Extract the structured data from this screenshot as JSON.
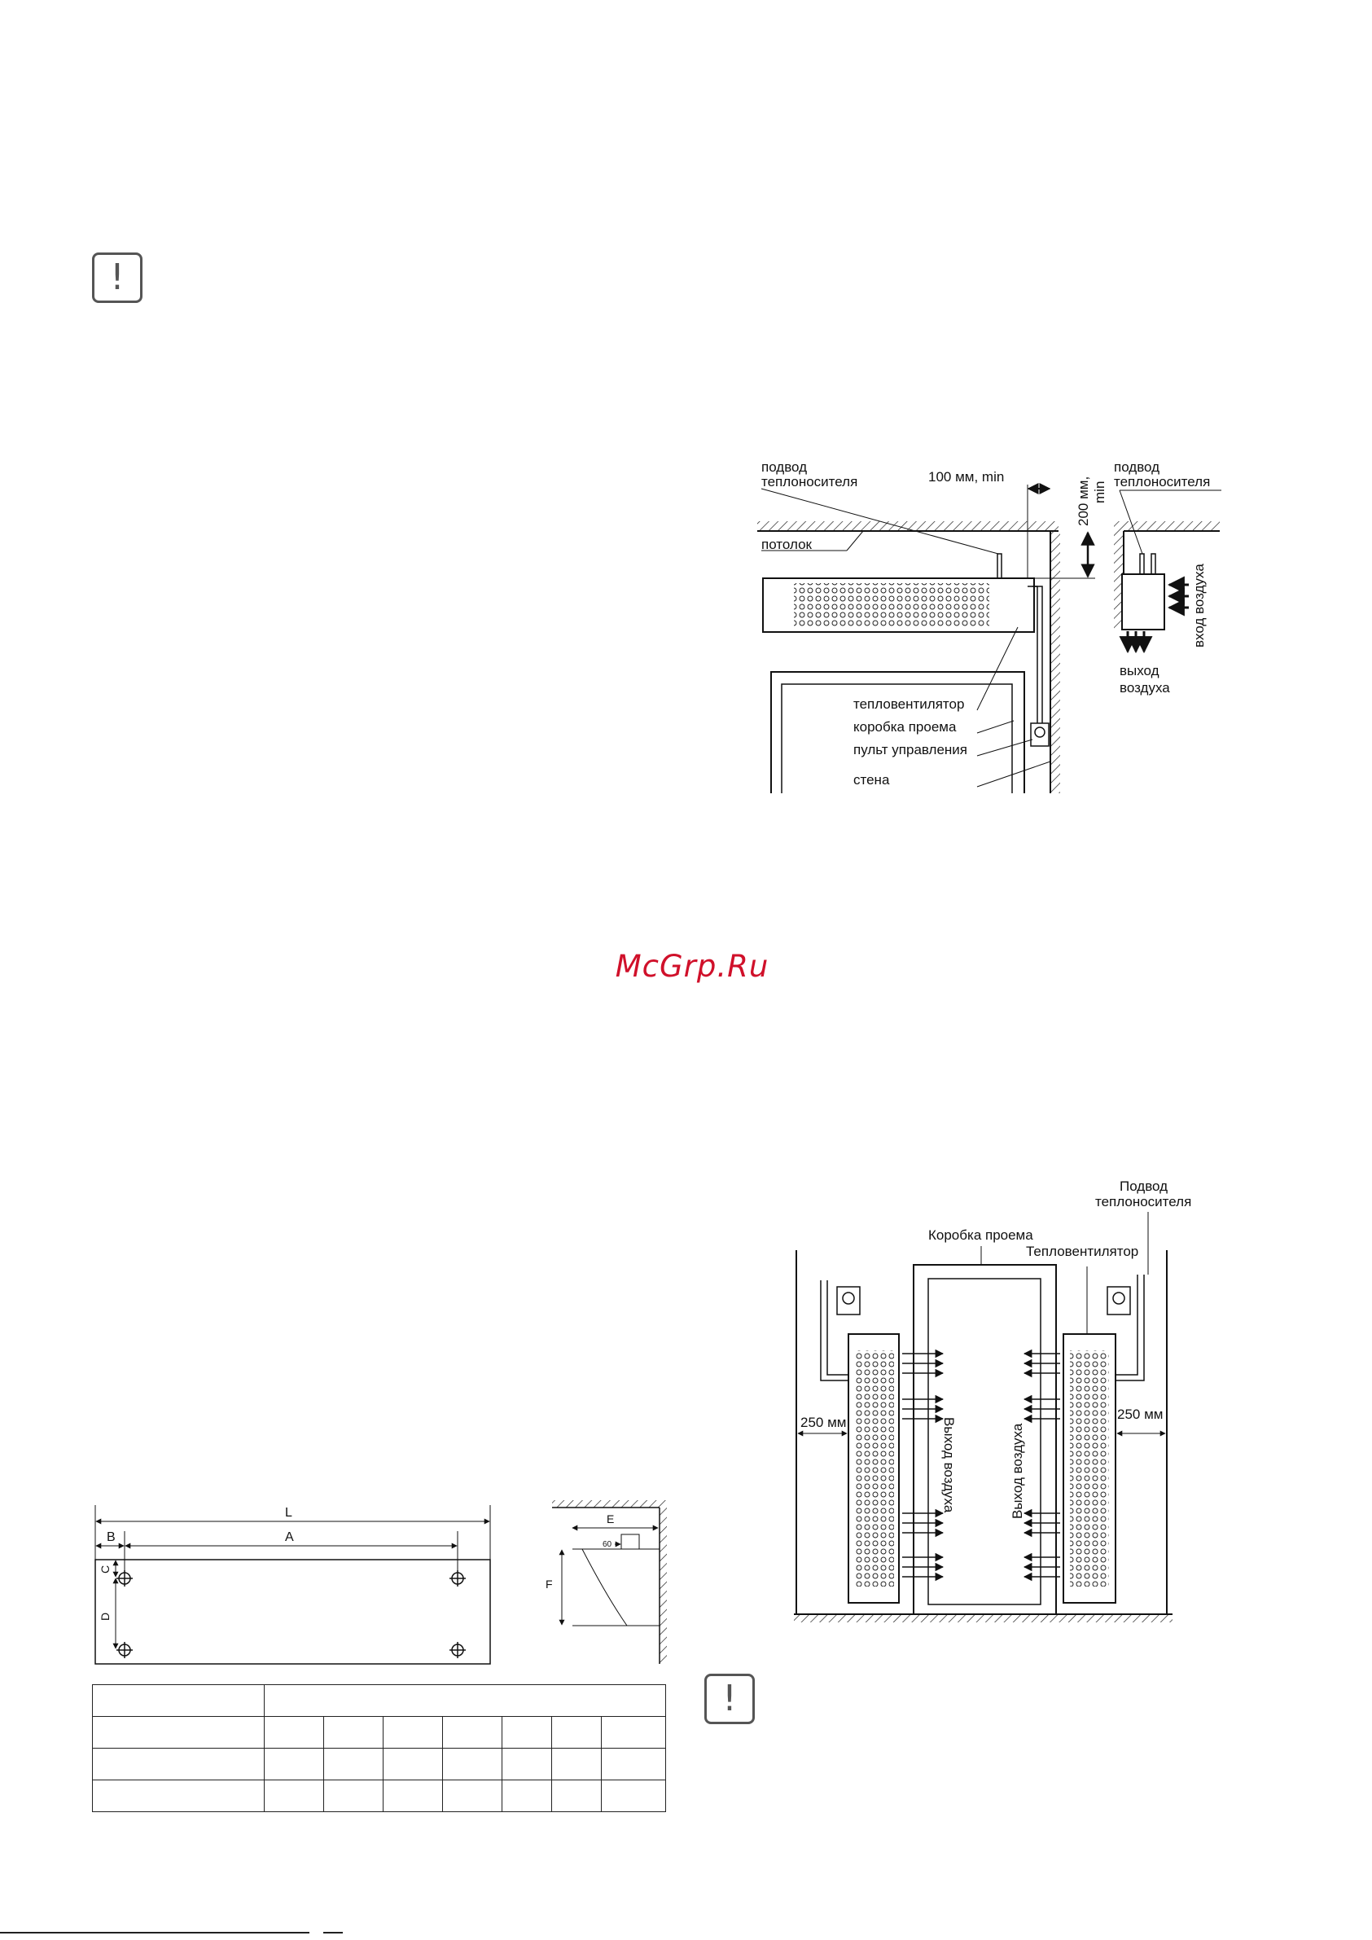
{
  "watermark": "McGrp.Ru",
  "warning_icon": "exclamation-icon",
  "fig_ceiling": {
    "supply_label_1": "подвод",
    "supply_label_2": "теплоносителя",
    "gap_side": "100 мм, min",
    "gap_top_1": "200 мм,",
    "gap_top_2": "min",
    "ceiling": "потолок",
    "heater": "тепловентилятор",
    "door_frame": "коробка проема",
    "control_panel": "пульт управления",
    "wall": "стена",
    "side_supply_1": "подвод",
    "side_supply_2": "теплоносителя",
    "air_in": "вход воздуха",
    "air_out_1": "выход",
    "air_out_2": "воздуха"
  },
  "fig_vertical": {
    "supply_1": "Подвод",
    "supply_2": "теплоносителя",
    "door_frame": "Коробка проема",
    "heater": "Тепловентилятор",
    "gap_left": "250 мм",
    "gap_right": "250 мм",
    "air_out_left": "Выход воздуха",
    "air_out_right": "Выход воздуха"
  },
  "fig_mount": {
    "L": "L",
    "A": "A",
    "B": "B",
    "C": "C",
    "D": "D",
    "E": "E",
    "F": "F",
    "dim60": "60"
  }
}
